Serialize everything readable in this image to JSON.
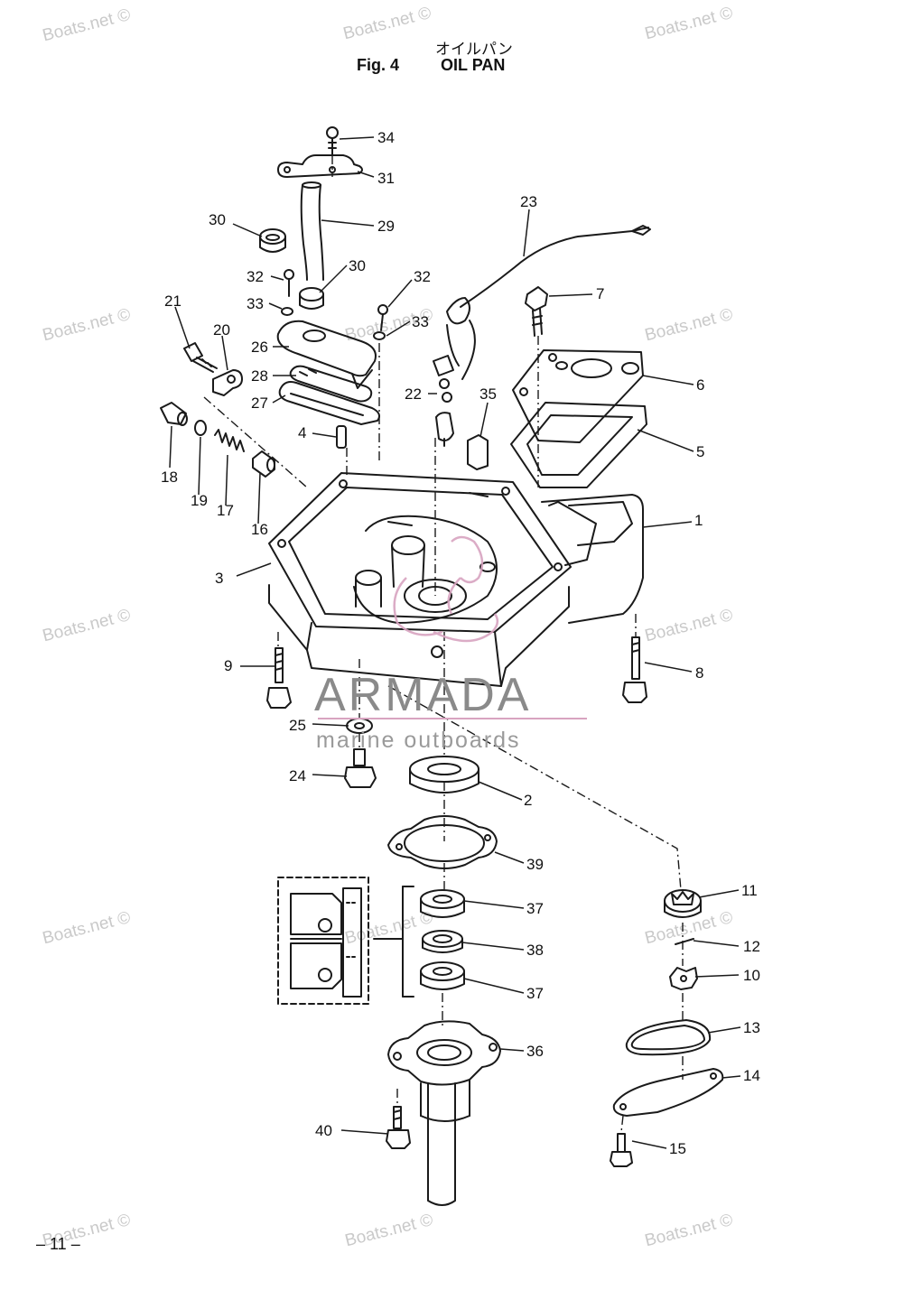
{
  "title": {
    "japanese": "オイルパン",
    "fig_label": "Fig. 4",
    "name": "OIL PAN"
  },
  "page_number": "– 11 –",
  "watermark": {
    "text": "Boats.net ©",
    "brand": "ARMADA",
    "brand_sub": "marine outboards"
  },
  "colors": {
    "line": "#1a1a1a",
    "watermark": "#c9c9c9",
    "brand_logo": "#d8a4c0"
  },
  "parts": [
    "1",
    "2",
    "3",
    "4",
    "5",
    "6",
    "7",
    "8",
    "9",
    "10",
    "11",
    "12",
    "13",
    "14",
    "15",
    "16",
    "17",
    "18",
    "19",
    "20",
    "21",
    "22",
    "23",
    "24",
    "25",
    "26",
    "27",
    "28",
    "29",
    "30",
    "31",
    "32",
    "33",
    "34",
    "35",
    "36",
    "37",
    "38",
    "39",
    "40"
  ],
  "callouts": [
    {
      "num": "34"
    },
    {
      "num": "31"
    },
    {
      "num": "30"
    },
    {
      "num": "29"
    },
    {
      "num": "30"
    },
    {
      "num": "32"
    },
    {
      "num": "33"
    },
    {
      "num": "32"
    },
    {
      "num": "33"
    },
    {
      "num": "21"
    },
    {
      "num": "20"
    },
    {
      "num": "26"
    },
    {
      "num": "28"
    },
    {
      "num": "27"
    },
    {
      "num": "4"
    },
    {
      "num": "18"
    },
    {
      "num": "19"
    },
    {
      "num": "17"
    },
    {
      "num": "16"
    },
    {
      "num": "23"
    },
    {
      "num": "7"
    },
    {
      "num": "22"
    },
    {
      "num": "35"
    },
    {
      "num": "6"
    },
    {
      "num": "5"
    },
    {
      "num": "1"
    },
    {
      "num": "3"
    },
    {
      "num": "9"
    },
    {
      "num": "8"
    },
    {
      "num": "25"
    },
    {
      "num": "24"
    },
    {
      "num": "2"
    },
    {
      "num": "39"
    },
    {
      "num": "37"
    },
    {
      "num": "38"
    },
    {
      "num": "37"
    },
    {
      "num": "36"
    },
    {
      "num": "40"
    },
    {
      "num": "11"
    },
    {
      "num": "12"
    },
    {
      "num": "10"
    },
    {
      "num": "13"
    },
    {
      "num": "14"
    },
    {
      "num": "15"
    }
  ]
}
